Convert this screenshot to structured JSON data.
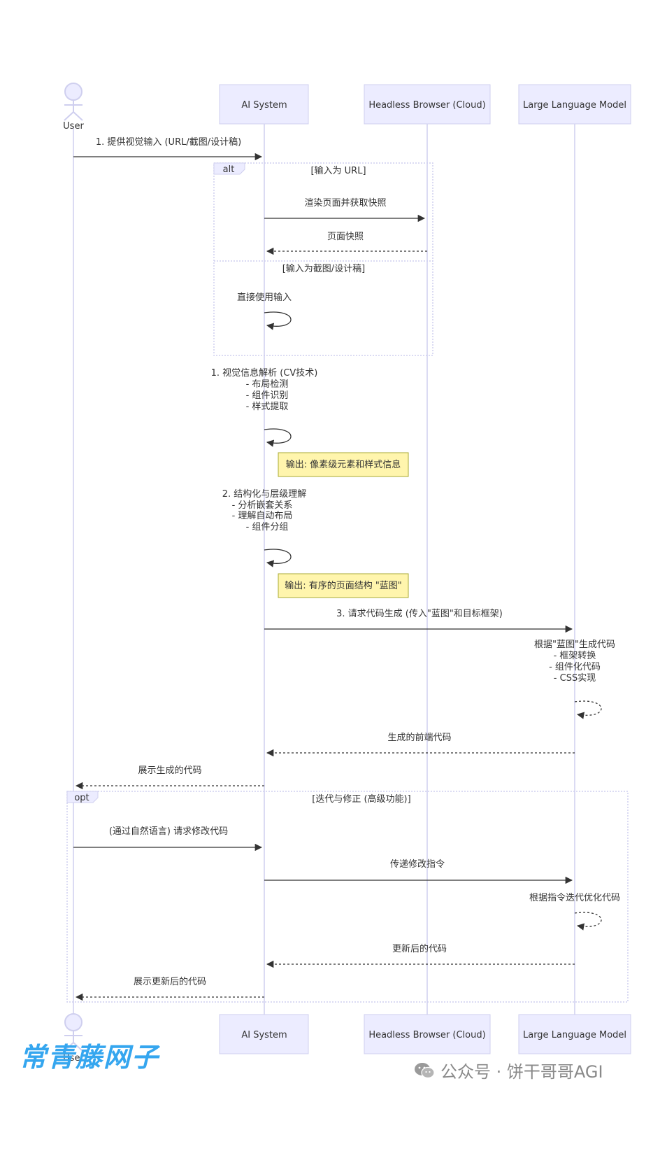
{
  "actors": [
    {
      "id": "user",
      "label": "User",
      "kind": "stick"
    },
    {
      "id": "ai",
      "label": "AI System",
      "kind": "box"
    },
    {
      "id": "browser",
      "label": "Headless Browser (Cloud)",
      "kind": "box"
    },
    {
      "id": "llm",
      "label": "Large Language Model",
      "kind": "box"
    }
  ],
  "messages": [
    {
      "id": "m1",
      "text": "1. 提供视觉输入 (URL/截图/设计稿)",
      "from": "user",
      "to": "ai",
      "style": "solid"
    },
    {
      "id": "m2",
      "text": "渲染页面并获取快照",
      "from": "ai",
      "to": "browser",
      "style": "solid"
    },
    {
      "id": "m3",
      "text": "页面快照",
      "from": "browser",
      "to": "ai",
      "style": "dashed"
    },
    {
      "id": "m4",
      "text": "生成的前端代码",
      "from": "llm",
      "to": "ai",
      "style": "dashed"
    },
    {
      "id": "m5",
      "text": "展示生成的代码",
      "from": "ai",
      "to": "user",
      "style": "dashed"
    },
    {
      "id": "m6",
      "text": "(通过自然语言) 请求修改代码",
      "from": "user",
      "to": "ai",
      "style": "solid"
    },
    {
      "id": "m7",
      "text": "传递修改指令",
      "from": "ai",
      "to": "llm",
      "style": "solid"
    },
    {
      "id": "m8",
      "text": "更新后的代码",
      "from": "llm",
      "to": "ai",
      "style": "dashed"
    },
    {
      "id": "m9",
      "text": "展示更新后的代码",
      "from": "ai",
      "to": "user",
      "style": "dashed"
    },
    {
      "id": "m10",
      "text": "3. 请求代码生成 (传入\"蓝图\"和目标框架)",
      "from": "ai",
      "to": "llm",
      "style": "solid"
    }
  ],
  "self_messages": [
    {
      "id": "s1",
      "lines": [
        "直接使用输入"
      ],
      "actor": "ai",
      "style": "solid"
    },
    {
      "id": "s2",
      "lines": [
        "1. 视觉信息解析 (CV技术)",
        "- 布局检测",
        "- 组件识别",
        "- 样式提取"
      ],
      "actor": "ai",
      "style": "solid"
    },
    {
      "id": "s3",
      "lines": [
        "2. 结构化与层级理解",
        "- 分析嵌套关系",
        "- 理解自动布局",
        "- 组件分组"
      ],
      "actor": "ai",
      "style": "solid"
    },
    {
      "id": "s4",
      "lines": [
        "根据\"蓝图\"生成代码",
        "- 框架转换",
        "- 组件化代码",
        "- CSS实现"
      ],
      "actor": "llm",
      "style": "dashed"
    },
    {
      "id": "s5",
      "lines": [
        "根据指令迭代优化代码"
      ],
      "actor": "llm",
      "style": "dashed"
    }
  ],
  "notes": [
    {
      "id": "n1",
      "text": "输出: 像素级元素和样式信息"
    },
    {
      "id": "n2",
      "text": "输出: 有序的页面结构 \"蓝图\""
    }
  ],
  "frames": [
    {
      "id": "alt",
      "tag": "alt",
      "title": "[输入为 URL]",
      "else_title": "[输入为截图/设计稿]"
    },
    {
      "id": "opt",
      "tag": "opt",
      "title": "[迭代与修正 (高级功能)]"
    }
  ],
  "footer": {
    "brand": "常青藤网子",
    "account": "公众号 · 饼干哥哥AGI"
  }
}
